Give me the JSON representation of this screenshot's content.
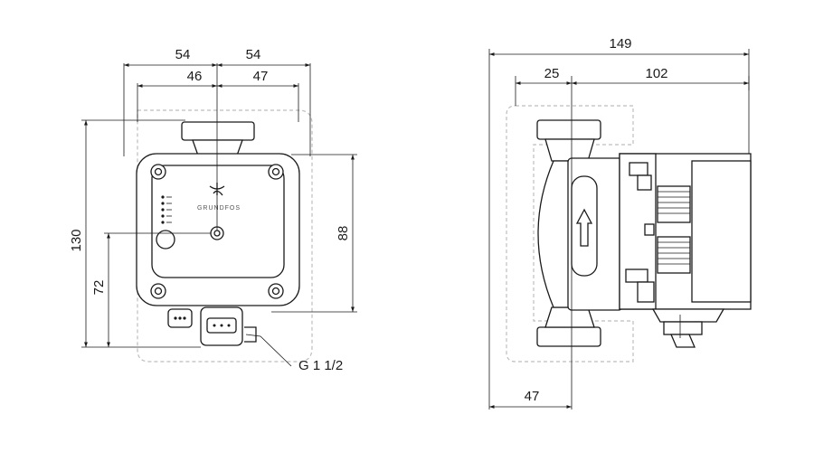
{
  "dimensions": {
    "front_width_left": "54",
    "front_width_right": "54",
    "front_inner_left": "46",
    "front_inner_right": "47",
    "front_total_height": "130",
    "front_axis_height": "72",
    "front_body_height": "88",
    "thread_label": "G 1 1/2",
    "side_total_length": "149",
    "side_flange_offset": "25",
    "side_body_length": "102",
    "side_bottom_offset": "47"
  },
  "brand": "GRUNDFOS",
  "colors": {
    "line": "#1a1a1a",
    "envelope": "#bdbdbd",
    "background": "#ffffff"
  }
}
